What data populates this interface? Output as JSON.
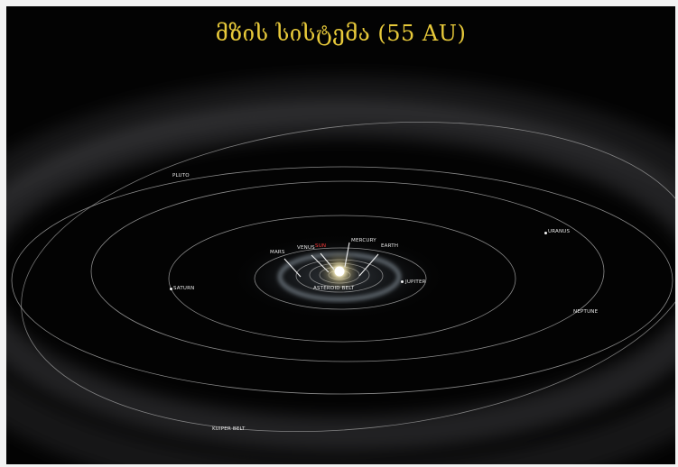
{
  "title": "მზის სისტემა (55 AU)",
  "labels": {
    "pluto": "PLUTO",
    "uranus": "URANUS",
    "neptune": "NEPTUNE",
    "saturn": "SATURN",
    "jupiter": "JUPITER",
    "mars": "MARS",
    "venus": "VENUS",
    "sun": "SUN",
    "mercury": "MERCURY",
    "earth": "EARTH",
    "asteroid_belt": "ASTEROID BELT",
    "kuiper_belt": "KUIPER BELT"
  },
  "colors": {
    "background": "#030303",
    "title": "#e7c93a",
    "sun_label": "#ff3b3b",
    "orbit": "#b9b9b9",
    "label": "#e8e8e8"
  }
}
